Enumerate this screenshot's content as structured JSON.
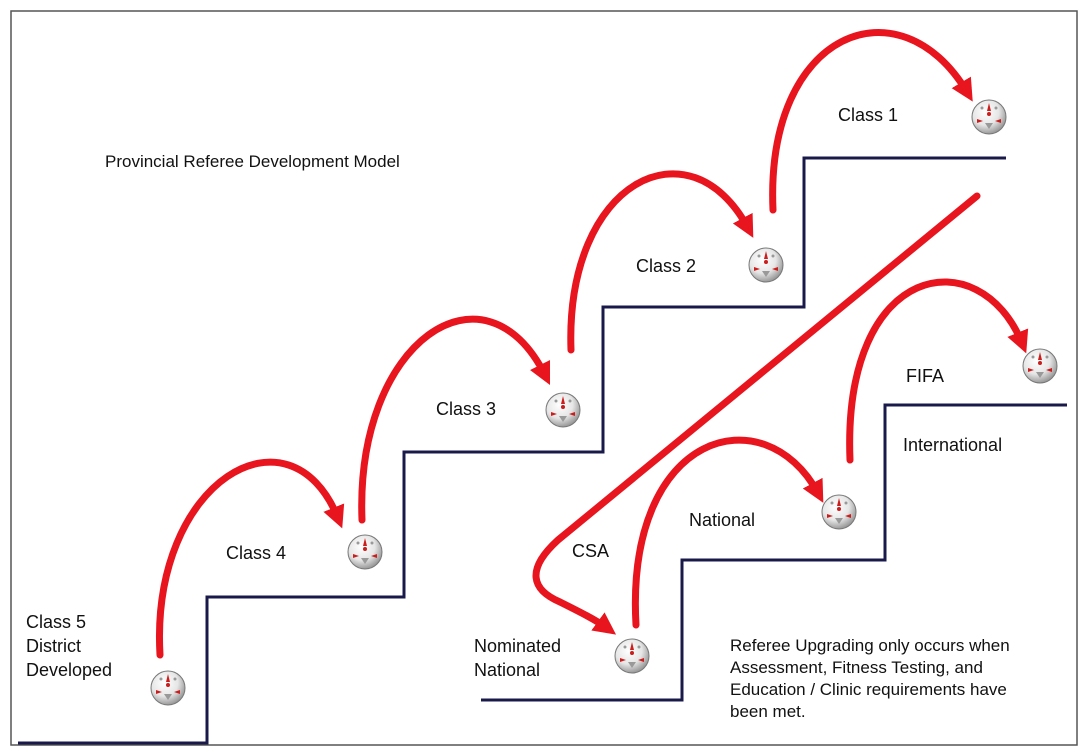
{
  "title": "Provincial Referee Development Model",
  "labels": {
    "class1": "Class 1",
    "class2": "Class 2",
    "class3": "Class 3",
    "class4": "Class 4",
    "class5": "Class 5\nDistrict\nDeveloped",
    "fifa": "FIFA",
    "international": "International",
    "national": "National",
    "csa": "CSA",
    "nominated_national": "Nominated\nNational"
  },
  "note": "Referee Upgrading only occurs when\nAssessment, Fitness Testing, and\nEducation / Clinic requirements have\nbeen met.",
  "colors": {
    "step_line": "#1a1a4a",
    "arrow": "#e8141e",
    "frame": "#555555"
  },
  "icons": [
    "soccer-ball-icon"
  ]
}
